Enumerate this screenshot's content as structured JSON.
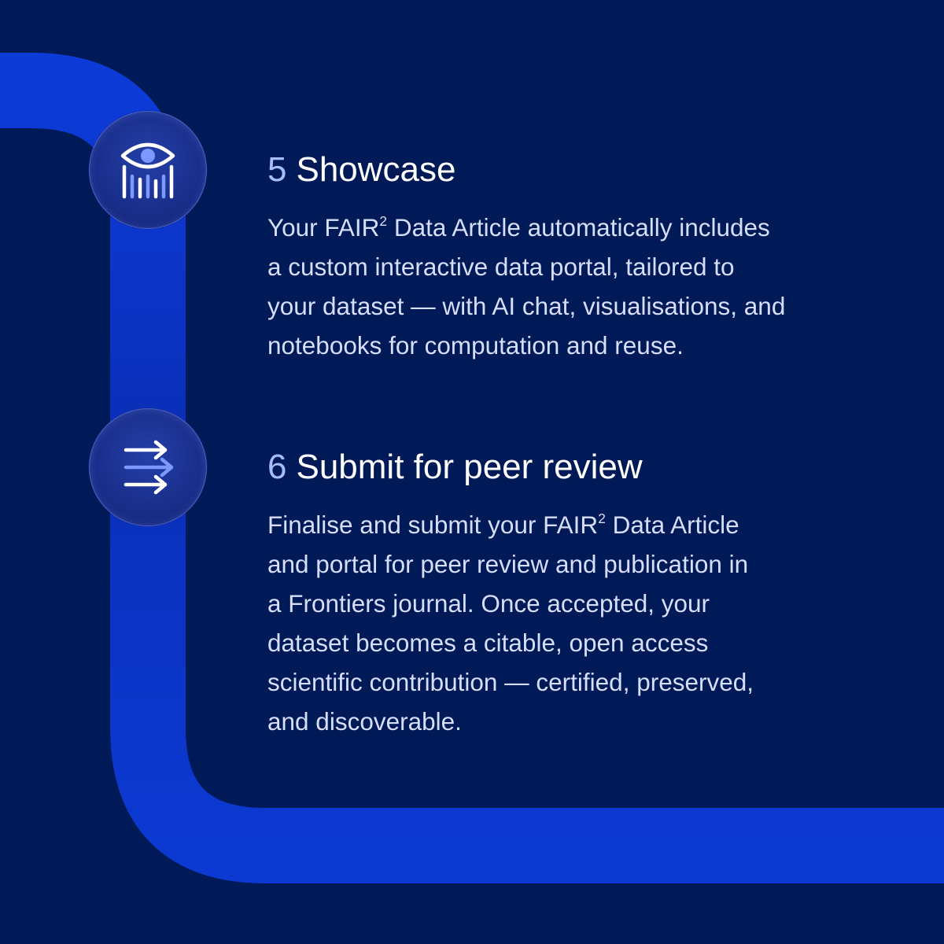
{
  "steps": [
    {
      "number": "5",
      "title": "Showcase",
      "icon": "eye-barcode-icon",
      "body_lines": [
        [
          "Your FAIR",
          "2",
          " Data Article automatically includes"
        ],
        [
          "a custom interactive data portal, tailored to"
        ],
        [
          "your dataset — with AI chat, visualisations, and"
        ],
        [
          "notebooks for computation and reuse."
        ]
      ]
    },
    {
      "number": "6",
      "title": "Submit for peer review",
      "icon": "arrows-right-icon",
      "body_lines": [
        [
          "Finalise and submit your FAIR",
          "2",
          " Data Article"
        ],
        [
          "and portal for peer review and publication in"
        ],
        [
          "a Frontiers journal. Once accepted, your"
        ],
        [
          "dataset becomes a citable, open access"
        ],
        [
          "scientific contribution — certified, preserved,"
        ],
        [
          "and discoverable."
        ]
      ]
    }
  ],
  "colors": {
    "background": "#001957",
    "track": "#0a33c4",
    "number": "#a9bcff",
    "title": "#ffffff",
    "body": "#d6defa",
    "icon": "#ffffff",
    "icon_accent": "#7d99ff"
  }
}
